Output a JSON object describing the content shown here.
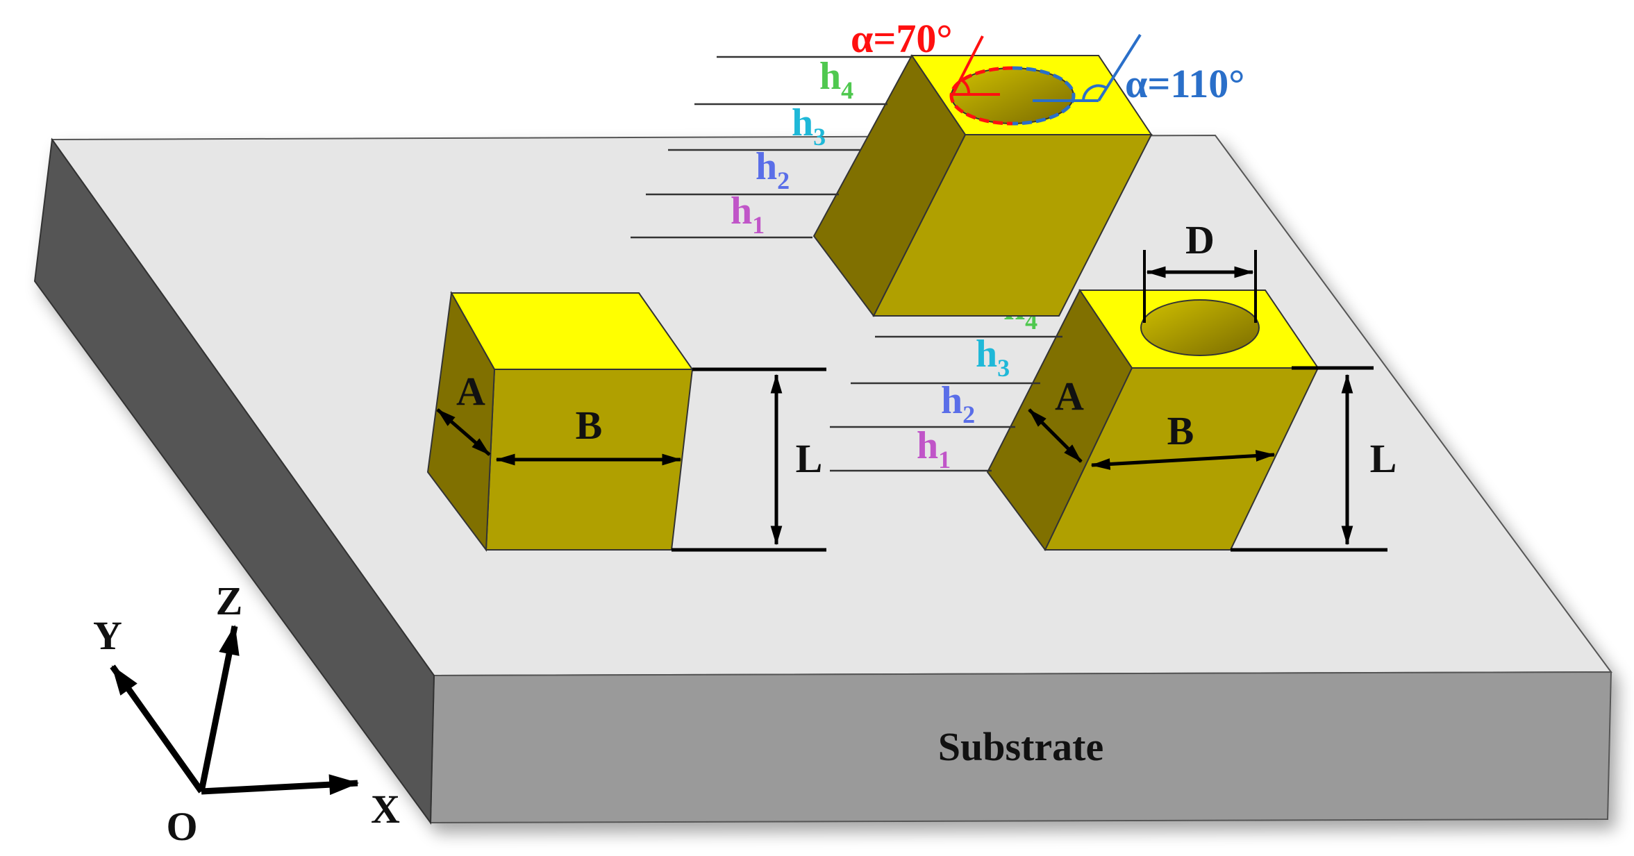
{
  "substrate": {
    "label": "Substrate"
  },
  "block_labels": {
    "width_a": "A",
    "width_b": "B",
    "length": "L",
    "hole_diameter": "D"
  },
  "height_labels": [
    {
      "base": "h",
      "sub": "1",
      "color": "#c055c8"
    },
    {
      "base": "h",
      "sub": "2",
      "color": "#5a6ee8"
    },
    {
      "base": "h",
      "sub": "3",
      "color": "#1fb8d8"
    },
    {
      "base": "h",
      "sub": "4",
      "color": "#4fc84f"
    }
  ],
  "angles": {
    "alpha_70": "α=70°",
    "alpha_110": "α=110°",
    "alpha_70_color": "#ff1010",
    "alpha_110_color": "#2a6fc9"
  },
  "axes": {
    "origin": "O",
    "x": "X",
    "y": "Y",
    "z": "Z"
  },
  "colors": {
    "gold_top": "#ffff00",
    "gold_front": "#b0a000",
    "gold_side": "#807000",
    "substrate_top": "#e6e6e6",
    "substrate_front": "#9a9a9a",
    "substrate_side": "#555555"
  }
}
